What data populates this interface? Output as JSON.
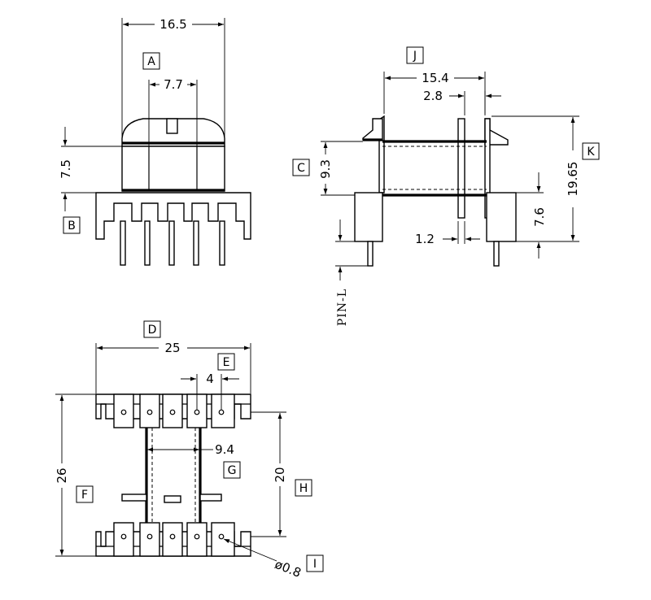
{
  "dimensions": {
    "d_16_5": "16.5",
    "d_7_7": "7.7",
    "d_7_5": "7.5",
    "d_15_4": "15.4",
    "d_2_8": "2.8",
    "d_9_3": "9.3",
    "d_19_65": "19.65",
    "d_7_6": "7.6",
    "d_1_2": "1.2",
    "d_25": "25",
    "d_4": "4",
    "d_9_4": "9.4",
    "d_26": "26",
    "d_20": "20",
    "d_phi_0_8": "ø0.8"
  },
  "labels": {
    "A": "A",
    "B": "B",
    "C": "C",
    "D": "D",
    "E": "E",
    "F": "F",
    "G": "G",
    "H": "H",
    "I": "I",
    "J": "J",
    "K": "K"
  },
  "pin_label": "PIN-L"
}
